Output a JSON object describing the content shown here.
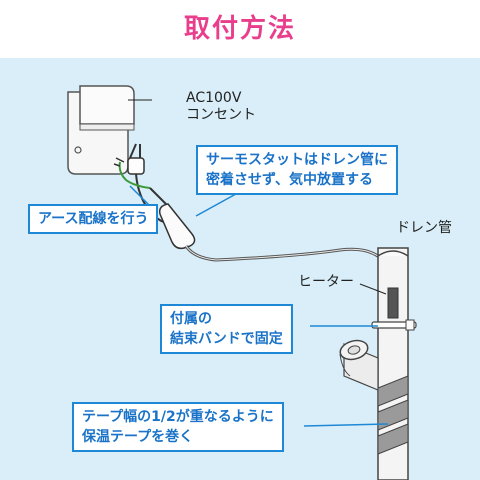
{
  "title": "取付方法",
  "labels": {
    "outlet_line1": "AC100V",
    "outlet_line2": "コンセント",
    "drain": "ドレン管",
    "heater": "ヒーター"
  },
  "callouts": {
    "thermostat_line1": "サーモスタットはドレン管に",
    "thermostat_line2": "密着させず、気中放置する",
    "earth": "アース配線を行う",
    "band_line1": "付属の",
    "band_line2": "結束バンドで固定",
    "tape_line1": "テープ幅の1/2が重なるように",
    "tape_line2": "保温テープを巻く"
  },
  "colors": {
    "title": "#e83e8c",
    "panel": "#d9eef8",
    "callout_border": "#1e88d6",
    "callout_text": "#1a73c8",
    "earth_wire": "#3c9a3c"
  }
}
